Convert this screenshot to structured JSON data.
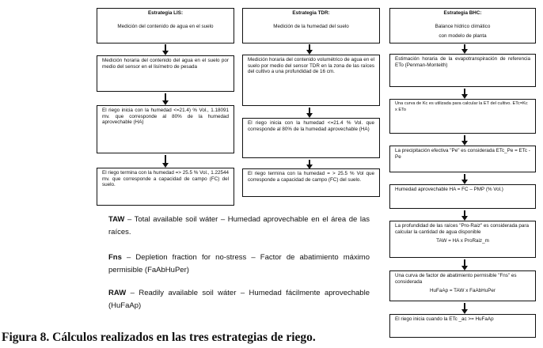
{
  "lis": {
    "title": "Estrategia LIS:",
    "steps": [
      "Medición del contenido de agua en el suelo",
      "Medición horaria del contenido del agua en el suelo por medio del sensor en el lisímetro de pesada",
      "El riego inicia con la humedad <=21.4) % Vol., 1.18091 mv. que corresponde al 80% de la humedad aprovechable (HA)",
      "El riego termina con la humedad => 25.5 % Vol., 1.22544 mv. que corresponde a capacidad de campo (FC) del suelo."
    ]
  },
  "tdr": {
    "title": "Estrategia TDR:",
    "steps": [
      "Medición de la humedad del suelo",
      "Medición horaria del contenido volumétrico de agua en el suelo por medio del sensor TDR en la zona de las raíces del cultivo a una profundidad de 16 cm.",
      "El riego inicia con la humedad <=21.4 % Vol. que corresponde al 80% de la humedad aprovechable (HA)",
      "El riego termina con la humedad = > 25.5 % Vol que corresponde a capacidad de campo (FC) del suelo."
    ]
  },
  "bhc": {
    "title": "Estrategia BHC:",
    "steps": [
      "Balance hídrico climático",
      "con modelo de planta",
      "Estimación horaria de la evapotranspiración de referencia ETo (Penman-Monteith)",
      "Una curva de Kc es utilizada para calcular la ET del cultivo. ETc=Kc x ETo",
      "La precipitación efectiva \"Pe\" es considerada ETc_Pe = ETc - Pe",
      "Humedad aprovechable HA = FC – PMP (% Vol.)",
      "La profundidad de las raíces \"Pro-Raiz\" es considerada para calcular la cantidad de agua disponible",
      "TAW = HA x ProRaiz_m",
      "Una curva de factor de abatimiento permisible \"Fns\" es considerada",
      "HuFaAp = TAW x FaAbHuPer",
      "El riego inicia cuando la ETc _ac >= HuFaAp"
    ]
  },
  "notes": [
    {
      "term": "TAW",
      "text": " – Total available soil wáter – Humedad aprovechable en el área de las raíces."
    },
    {
      "term": "Fns",
      "text": " – Depletion fraction for no-stress – Factor de abatimiento máximo permisible (FaAbHuPer)"
    },
    {
      "term": "RAW",
      "text": " – Readily available soil wáter – Humedad fácilmente aprovechable (HuFaAp)"
    }
  ],
  "caption": "Figura 8.  Cálculos realizados en las tres estrategias de riego."
}
